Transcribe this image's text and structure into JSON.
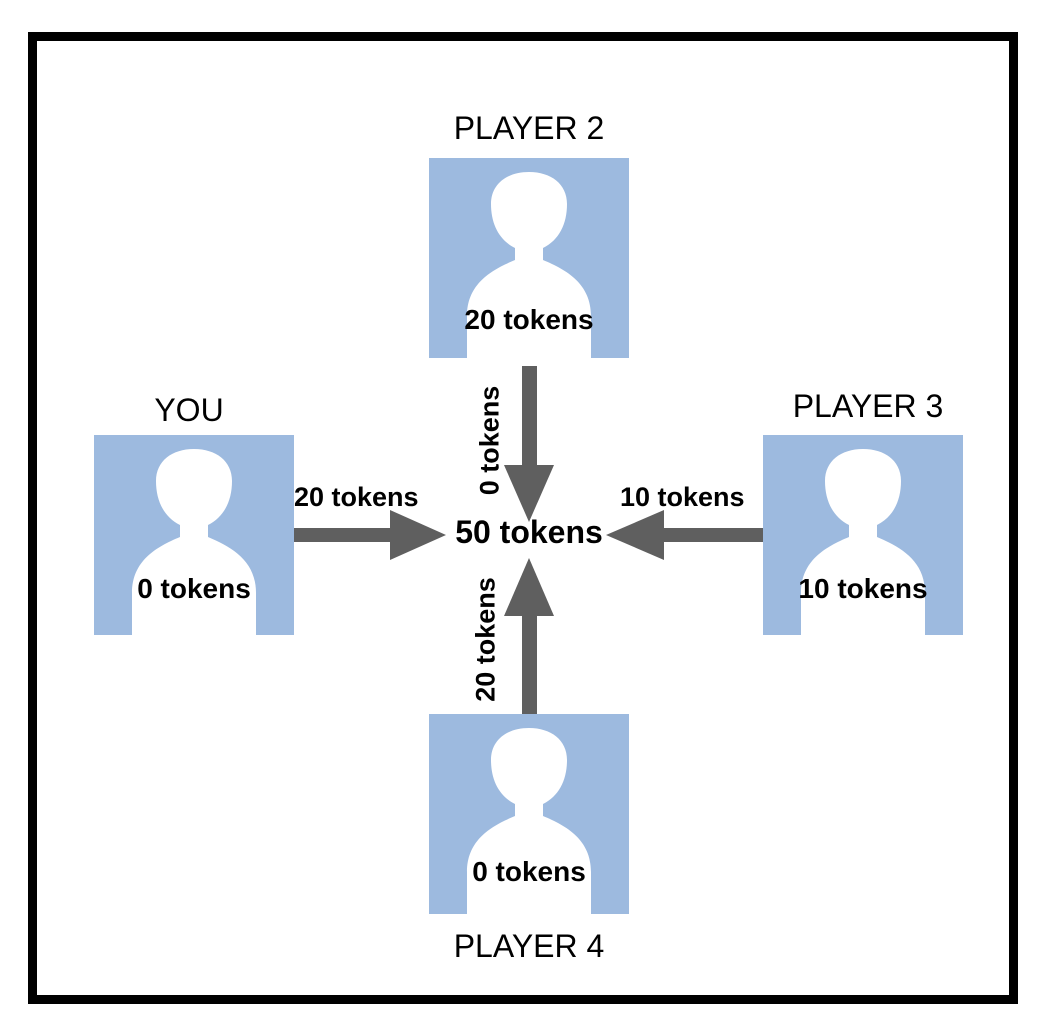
{
  "players": {
    "you": {
      "name": "YOU",
      "tokens": "0 tokens",
      "contribution": "20 tokens"
    },
    "p2": {
      "name": "PLAYER 2",
      "tokens": "20 tokens",
      "contribution": "0 tokens"
    },
    "p3": {
      "name": "PLAYER 3",
      "tokens": "10 tokens",
      "contribution": "10 tokens"
    },
    "p4": {
      "name": "PLAYER 4",
      "tokens": "0 tokens",
      "contribution": "20 tokens"
    }
  },
  "pot": {
    "label": "50 tokens"
  },
  "colors": {
    "avatar_bg": "#9dbadf",
    "arrow": "#5f5f5f",
    "frame": "#000000"
  },
  "icons": {
    "avatar": "person-silhouette-icon"
  }
}
